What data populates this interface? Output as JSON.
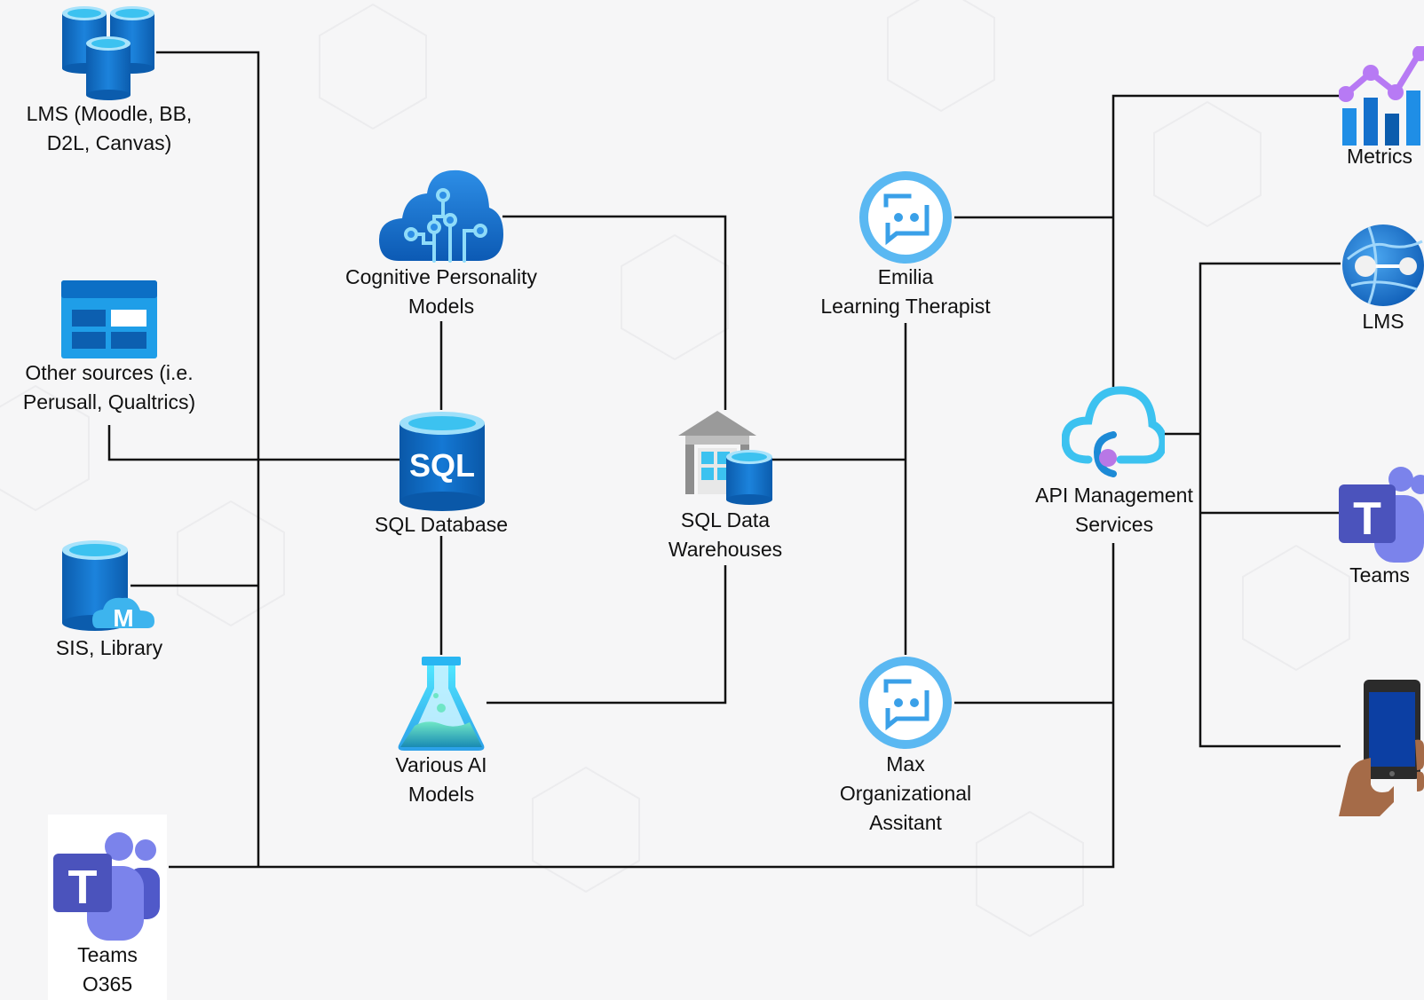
{
  "nodes": {
    "lms_sources": {
      "line1": "LMS (Moodle, BB,",
      "line2": "D2L, Canvas)"
    },
    "other_sources": {
      "line1": "Other sources (i.e.",
      "line2": "Perusall, Qualtrics)"
    },
    "sis_library": {
      "line1": "SIS, Library",
      "badge": "M"
    },
    "teams_o365": {
      "line1": "Teams",
      "line2": "O365",
      "badge": "T"
    },
    "cognitive_models": {
      "line1": "Cognitive Personality",
      "line2": "Models"
    },
    "sql_database": {
      "line1": "SQL Database",
      "badge": "SQL"
    },
    "ai_models": {
      "line1": "Various AI",
      "line2": "Models"
    },
    "sql_warehouses": {
      "line1": "SQL Data",
      "line2": "Warehouses"
    },
    "emilia": {
      "line1": "Emilia",
      "line2": "Learning Therapist"
    },
    "max": {
      "line1": "Max",
      "line2": "Organizational",
      "line3": "Assitant"
    },
    "api_management": {
      "line1": "API Management",
      "line2": "Services"
    },
    "metrics": {
      "line1": "Metrics"
    },
    "lms_out": {
      "line1": "LMS"
    },
    "teams_out": {
      "line1": "Teams",
      "badge": "T"
    }
  },
  "colors": {
    "line": "#111111",
    "azure_blue": "#0f6fc6",
    "azure_light": "#50c8f0",
    "teams_purple": "#5059c9",
    "metrics_purple": "#b77af4",
    "flask_teal": "#3ad1b2"
  },
  "icons": {
    "lms_sources": "database-cluster-icon",
    "other_sources": "storage-table-icon",
    "sis_library": "managed-database-icon",
    "teams_o365": "teams-icon",
    "cognitive_models": "cognitive-cloud-icon",
    "sql_database": "sql-database-icon",
    "ai_models": "flask-icon",
    "sql_warehouses": "data-warehouse-icon",
    "emilia": "bot-icon",
    "max": "bot-icon",
    "api_management": "api-cloud-icon",
    "metrics": "metrics-chart-icon",
    "lms_out": "web-globe-icon",
    "teams_out": "teams-icon",
    "mobile": "mobile-phone-hand-icon"
  }
}
